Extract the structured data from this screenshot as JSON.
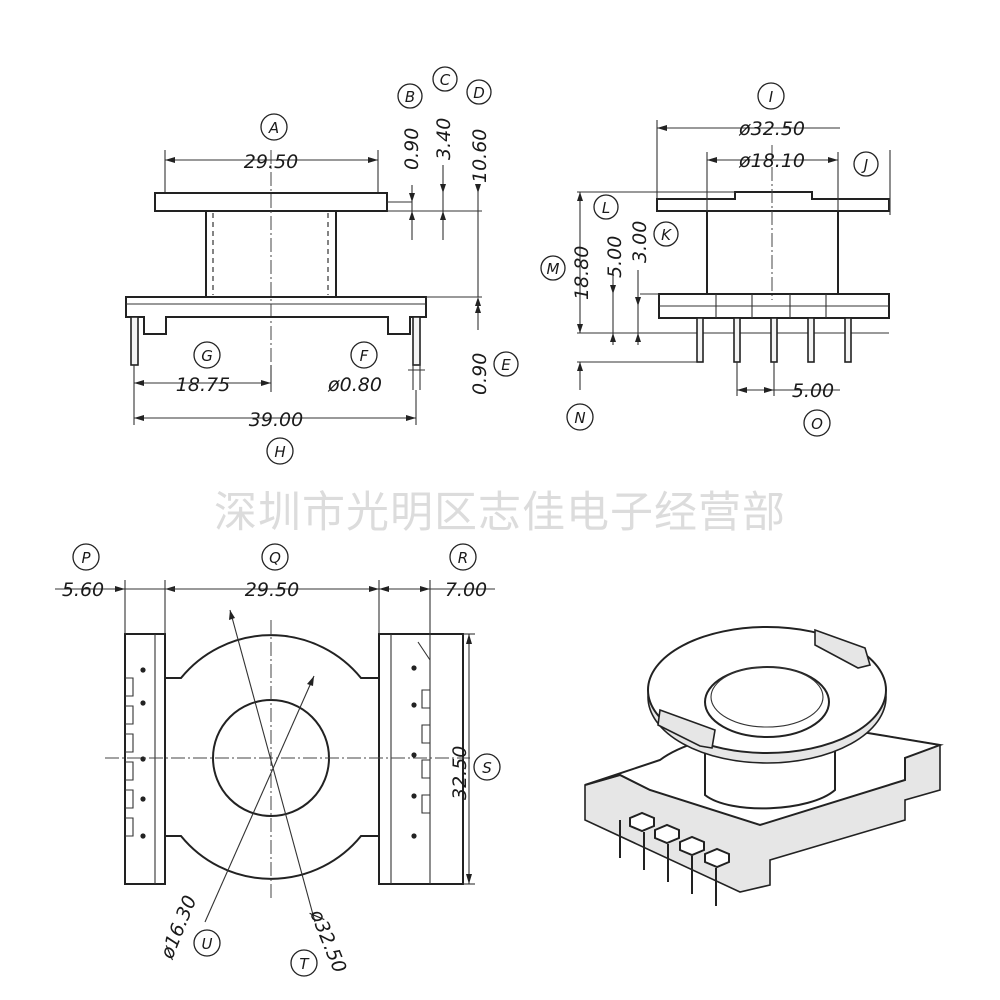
{
  "watermark": "深圳市光明区志佳电子经营部",
  "front_view": {
    "A": {
      "label": "A",
      "value": "29.50"
    },
    "B": {
      "label": "B",
      "value": "0.90"
    },
    "C": {
      "label": "C",
      "value": "3.40"
    },
    "D": {
      "label": "D",
      "value": "10.60"
    },
    "E": {
      "label": "E",
      "value": "0.90"
    },
    "F": {
      "label": "F",
      "value": "ø0.80"
    },
    "G": {
      "label": "G",
      "value": "18.75"
    },
    "H": {
      "label": "H",
      "value": "39.00"
    }
  },
  "side_view": {
    "I": {
      "label": "I",
      "value": "ø32.50"
    },
    "J": {
      "label": "J",
      "value": "ø18.10"
    },
    "K": {
      "label": "K",
      "value": "3.00"
    },
    "L": {
      "label": "L",
      "value": "5.00"
    },
    "M": {
      "label": "M",
      "value": "18.80"
    },
    "N": {
      "label": "N"
    },
    "O": {
      "label": "O",
      "value": "5.00"
    }
  },
  "top_view": {
    "P": {
      "label": "P",
      "value": "5.60"
    },
    "Q": {
      "label": "Q",
      "value": "29.50"
    },
    "R": {
      "label": "R",
      "value": "7.00"
    },
    "S": {
      "label": "S",
      "value": "32.50"
    },
    "T": {
      "label": "T",
      "value": "ø32.50"
    },
    "U": {
      "label": "U",
      "value": "ø16.30"
    }
  }
}
